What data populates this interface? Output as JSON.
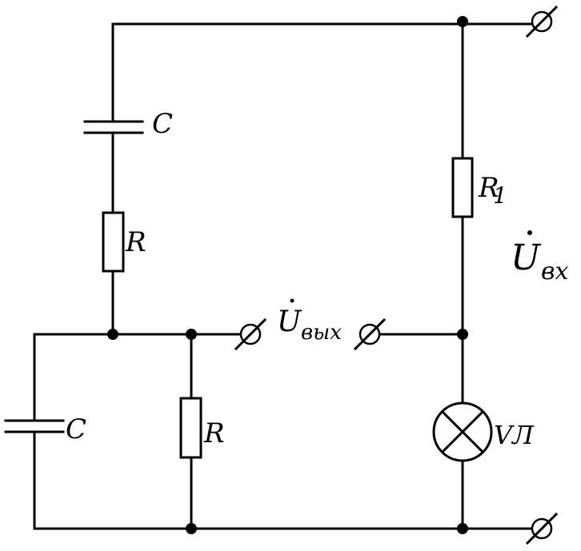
{
  "labels": {
    "c_upper": "C",
    "r_upper": "R",
    "r1_letter": "R",
    "r1_index": "1",
    "u_in_letter": "U",
    "u_in_sub": "вх",
    "u_out_letter": "U",
    "u_out_sub": "вых",
    "c_lower": "C",
    "r_lower": "R",
    "lamp": "VЛ"
  }
}
